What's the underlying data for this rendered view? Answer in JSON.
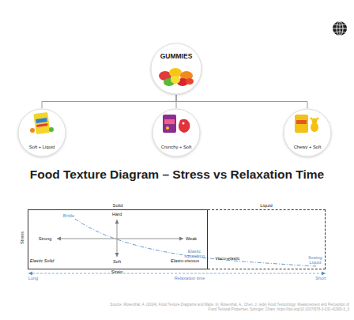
{
  "diagram": {
    "title": "Food Texture Diagram – Stress vs Relaxation Time",
    "caption": "Source: Rosenthal, A. (2024). Food Texture Diagrams and Maps. In: Rosenthal, A., Chen, J. (eds) Food Texturology: Measurement and Perception of Food Textural Properties. Springer, Cham. https://doi.org/10.1007/978-3-031-41900-3_3",
    "nodes": [
      {
        "text": [
          "GUMMIES"
        ]
      },
      {
        "text": [
          "Soft + Liquid"
        ]
      },
      {
        "text": [
          "Crunchy + Soft"
        ]
      },
      {
        "text": [
          "Chewy + Soft"
        ]
      },
      {
        "text": [
          "Solid"
        ]
      },
      {
        "text": [
          "Liquid"
        ]
      }
    ],
    "edges": [
      {
        "from": 0,
        "to": 1,
        "arrow": "none"
      },
      {
        "from": 0,
        "to": 2,
        "arrow": "none"
      },
      {
        "from": 0,
        "to": 3,
        "arrow": "none"
      }
    ],
    "labels": [
      "Hard",
      "Strong",
      "Weak",
      "Soft",
      "Brittle",
      "Elastic squashing",
      "Elasto-viscous",
      "Visco-elastic",
      "flowing Liquid",
      "Elastic Solid",
      "Stress",
      "Strain",
      "Long",
      "Relaxation time",
      "Short"
    ]
  }
}
